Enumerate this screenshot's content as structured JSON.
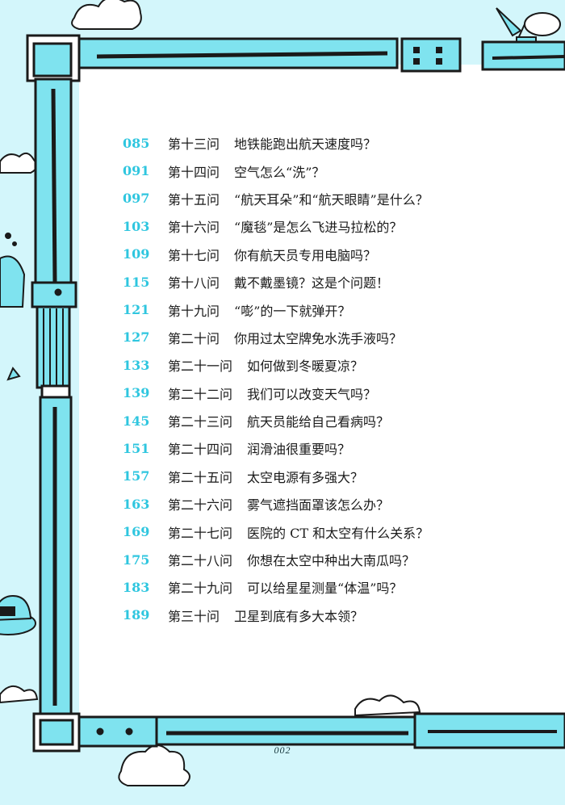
{
  "toc": {
    "entries": [
      {
        "page": "085",
        "num": "第十三问",
        "title": "地铁能跑出航天速度吗？"
      },
      {
        "page": "091",
        "num": "第十四问",
        "title": "空气怎么“洗”？"
      },
      {
        "page": "097",
        "num": "第十五问",
        "title": "“航天耳朵”和“航天眼睛”是什么？"
      },
      {
        "page": "103",
        "num": "第十六问",
        "title": "“魔毯”是怎么飞进马拉松的？"
      },
      {
        "page": "109",
        "num": "第十七问",
        "title": "你有航天员专用电脑吗？"
      },
      {
        "page": "115",
        "num": "第十八问",
        "title": "戴不戴墨镜？这是个问题！"
      },
      {
        "page": "121",
        "num": "第十九问",
        "title": "“嘭”的一下就弹开？"
      },
      {
        "page": "127",
        "num": "第二十问",
        "title": "你用过太空牌免水洗手液吗？"
      },
      {
        "page": "133",
        "num": "第二十一问",
        "title": "如何做到冬暖夏凉？"
      },
      {
        "page": "139",
        "num": "第二十二问",
        "title": "我们可以改变天气吗？"
      },
      {
        "page": "145",
        "num": "第二十三问",
        "title": "航天员能给自己看病吗？"
      },
      {
        "page": "151",
        "num": "第二十四问",
        "title": "润滑油很重要吗？"
      },
      {
        "page": "157",
        "num": "第二十五问",
        "title": "太空电源有多强大？"
      },
      {
        "page": "163",
        "num": "第二十六问",
        "title": "雾气遮挡面罩该怎么办？"
      },
      {
        "page": "169",
        "num": "第二十七问",
        "title": "医院的 CT 和太空有什么关系？"
      },
      {
        "page": "175",
        "num": "第二十八问",
        "title": "你想在太空中种出大南瓜吗？"
      },
      {
        "page": "183",
        "num": "第二十九问",
        "title": "可以给星星测量“体温”吗？"
      },
      {
        "page": "189",
        "num": "第三十问",
        "title": "卫星到底有多大本领？"
      }
    ]
  },
  "folio": "002",
  "colors": {
    "number_cyan": "#2fc6df",
    "frame_cyan": "#7fe3ef",
    "background_sky": "#d3f6fb",
    "ink": "#1a1a1a"
  },
  "icons": [
    "cloud-icon",
    "satellite-dish-icon",
    "flying-saucer-icon",
    "robot-icon"
  ]
}
